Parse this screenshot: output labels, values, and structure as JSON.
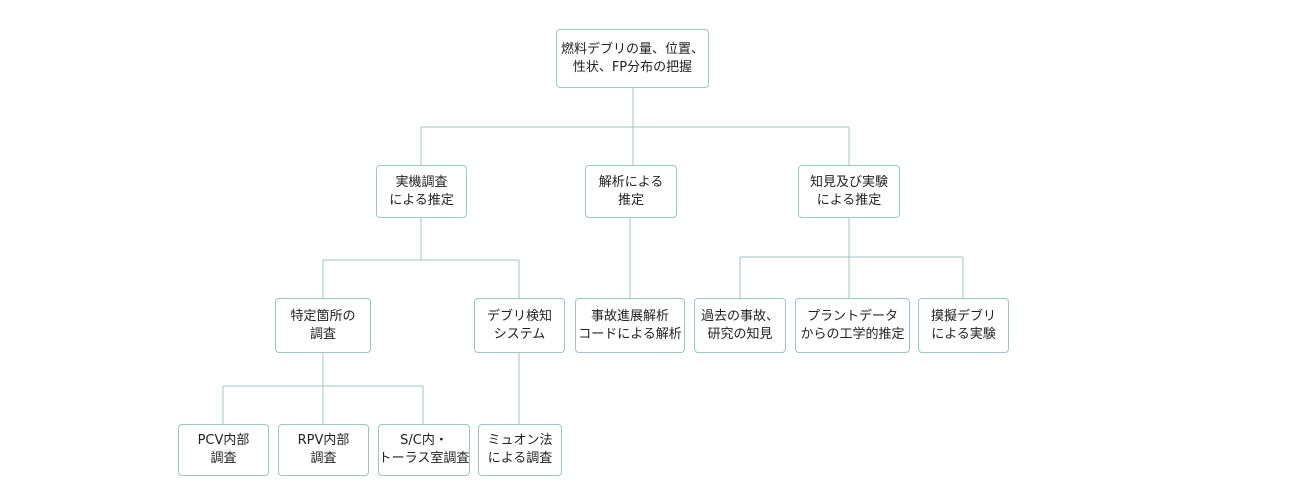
{
  "diagram": {
    "type": "tree",
    "root": {
      "lines": [
        "燃料デブリの量、位置、",
        "性状、FP分布の把握"
      ]
    },
    "level1": [
      {
        "lines": [
          "実機調査",
          "による推定"
        ]
      },
      {
        "lines": [
          "解析による",
          "推定"
        ]
      },
      {
        "lines": [
          "知見及び実験",
          "による推定"
        ]
      }
    ],
    "level2": [
      {
        "lines": [
          "特定箇所の",
          "調査"
        ]
      },
      {
        "lines": [
          "デブリ検知",
          "システム"
        ]
      },
      {
        "lines": [
          "事故進展解析",
          "コードによる解析"
        ]
      },
      {
        "lines": [
          "過去の事故、",
          "研究の知見"
        ]
      },
      {
        "lines": [
          "プラントデータ",
          "からの工学的推定"
        ]
      },
      {
        "lines": [
          "摸擬デブリ",
          "による実験"
        ]
      }
    ],
    "level3": [
      {
        "lines": [
          "PCV内部",
          "調査"
        ]
      },
      {
        "lines": [
          "RPV内部",
          "調査"
        ]
      },
      {
        "lines": [
          "S/C内・",
          "トーラス室調査"
        ]
      },
      {
        "lines": [
          "ミュオン法",
          "による調査"
        ]
      }
    ],
    "colors": {
      "border": "#9fc6c6",
      "connector": "#9fc6c6",
      "text": "#222222",
      "background": "#ffffff"
    }
  }
}
